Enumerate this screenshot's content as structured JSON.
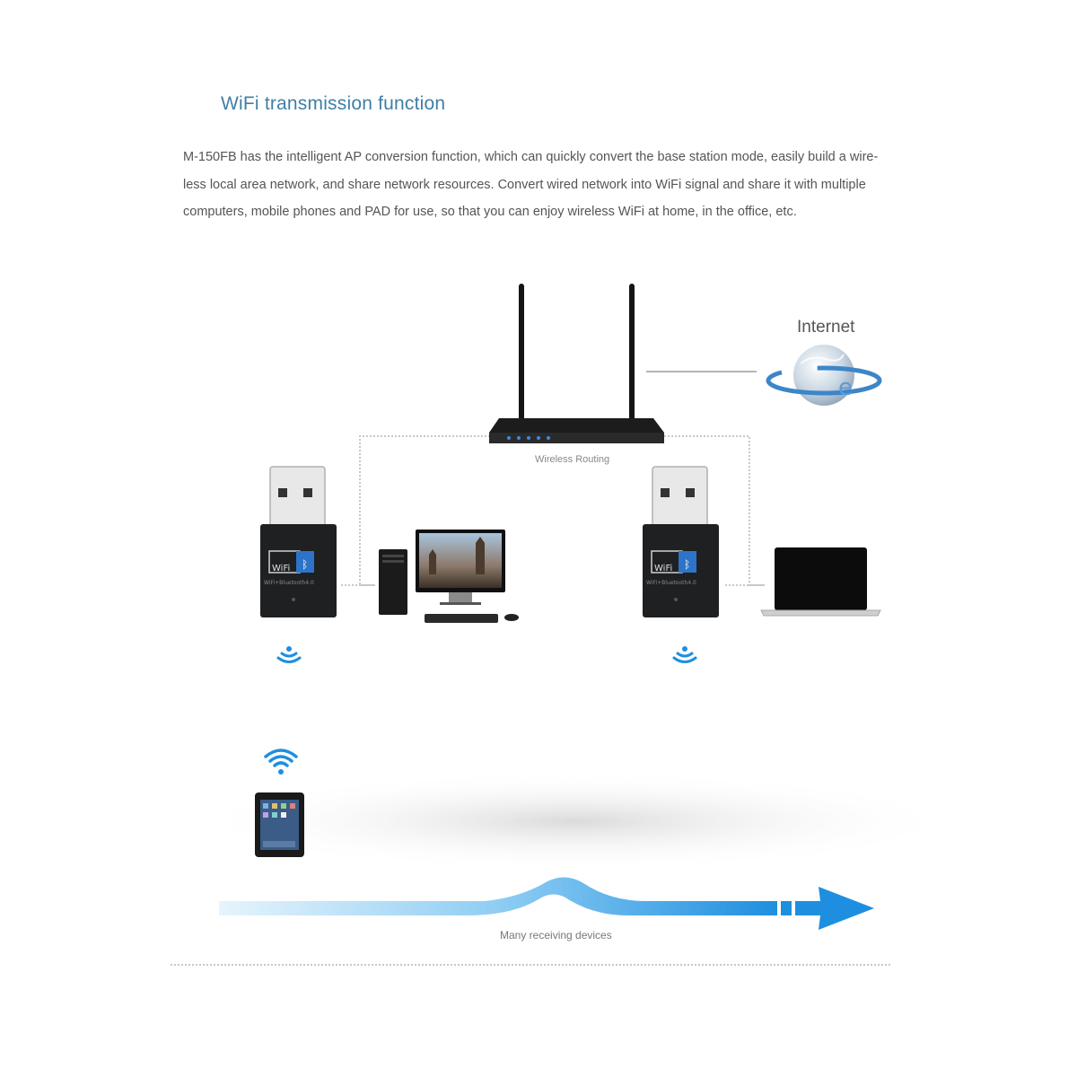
{
  "page": {
    "title": "WiFi transmission function",
    "description": [
      "M-150FB has the intelligent AP conversion function, which can quickly convert the base station mode, easily build a wire-",
      "less local area network, and share network resources. Convert wired network into WiFi signal and share it with multiple",
      "computers, mobile phones and   PAD for use, so that you can enjoy wireless WiFi at home, in the office, etc."
    ]
  },
  "diagram": {
    "router_label": "Wireless Routing",
    "internet_label": "Internet",
    "receiving_label": "Many receiving devices",
    "dongle_badge": "WiFi",
    "dongle_caption": "WiFi+Bluetooth4.0",
    "icons": [
      "wifi-router-icon",
      "globe-internet-icon",
      "usb-dongle-icon",
      "desktop-pc-icon",
      "laptop-icon",
      "tablet-icon",
      "wifi-signal-icon",
      "bluetooth-icon",
      "arrow-right-icon"
    ]
  },
  "colors": {
    "title": "#3f7fa6",
    "accent_blue": "#1e8fe0",
    "dongle_body": "#1f2022"
  }
}
